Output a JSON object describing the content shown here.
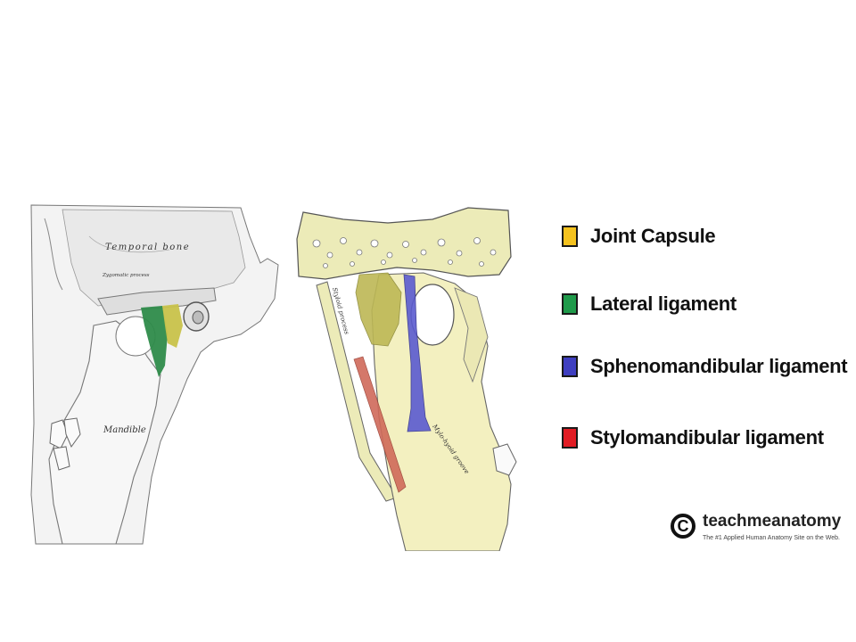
{
  "legend": {
    "items": [
      {
        "label": "Joint Capsule",
        "color": "#f4c21f"
      },
      {
        "label": "Lateral ligament",
        "color": "#1f9a4a"
      },
      {
        "label": "Sphenomandibular ligament",
        "color": "#3f3fc0"
      },
      {
        "label": "Stylomandibular ligament",
        "color": "#e11c24"
      }
    ]
  },
  "left_figure": {
    "label_temporal": "Temporal bone",
    "label_zygomatic": "Zygomatic process",
    "label_mandible": "Mandible"
  },
  "right_figure": {
    "label_styloid": "Styloid process",
    "label_groove": "Mylo-hyoid groove"
  },
  "brand": {
    "mark": "C",
    "name": "teachmeanatomy",
    "tagline": "The #1 Applied Human Anatomy Site on the Web."
  }
}
